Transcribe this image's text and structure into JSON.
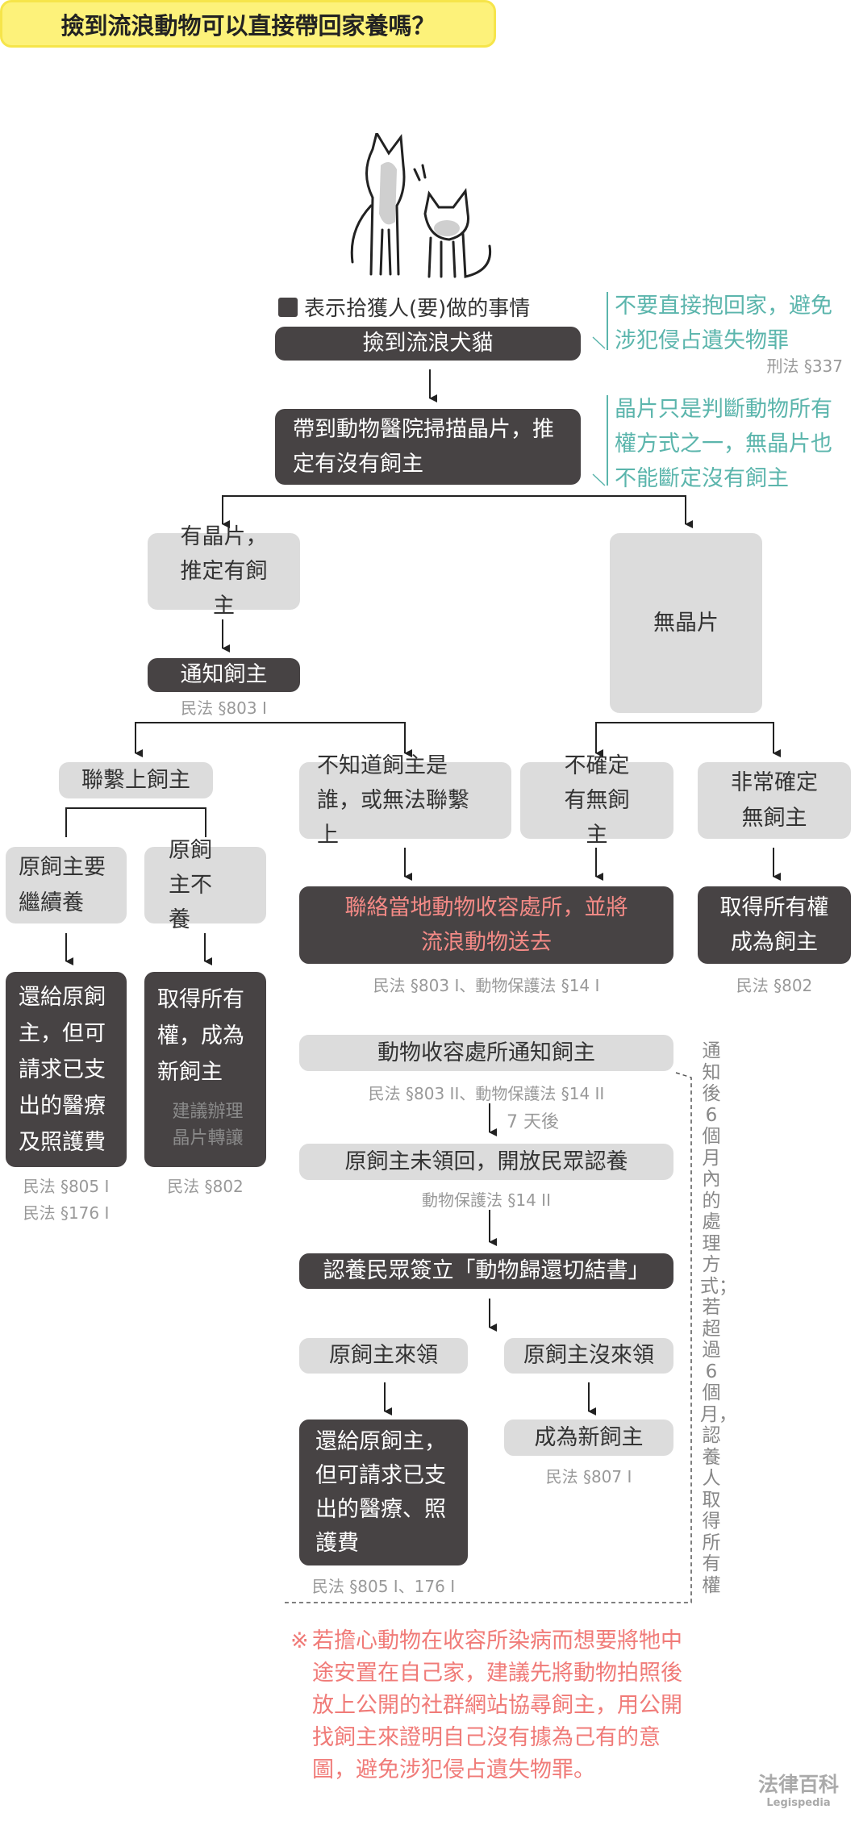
{
  "title": "撿到流浪動物可以直接帶回家養嗎？",
  "legend": "表示拾獲人(要)做的事情",
  "colors": {
    "dark": "#474344",
    "light": "#dcdcdc",
    "teal": "#5bb5ac",
    "pink": "#f07b78",
    "yellow": "#fdf27a"
  },
  "steps": {
    "found": "撿到流浪犬貓",
    "scan": "帶到動物醫院掃描晶片，推定有沒有飼主",
    "has_chip": "有晶片，推定有飼主",
    "no_chip": "無晶片",
    "notify": "通知飼主",
    "notify_law": "民法 §803 I",
    "contacted": "聯繫上飼主",
    "unknown": "不知道飼主是誰，或無法聯繫上",
    "uncertain": "不確定有無飼主",
    "certain_none": "非常確定無飼主",
    "owner_keep": "原飼主要繼續養",
    "owner_not_keep": "原飼主不養",
    "return_owner": "還給原飼主，但可請求已支出的醫療及照護費",
    "return_owner_law1": "民法 §805 I",
    "return_owner_law2": "民法 §176 I",
    "acquire": "取得所有權，成為新飼主",
    "acquire_note": "建議辦理晶片轉讓",
    "acquire_law": "民法 §802",
    "shelter": "聯絡當地動物收容處所，並將流浪動物送去",
    "shelter_law": "民法 §803 I、動物保護法 §14 I",
    "acquire2": "取得所有權成為飼主",
    "acquire2_law": "民法 §802",
    "shelter_notify": "動物收容處所通知飼主",
    "shelter_notify_law": "民法 §803 II、動物保護法 §14 II",
    "seven_days": "7 天後",
    "open_adopt": "原飼主未領回，開放民眾認養",
    "open_adopt_law": "動物保護法 §14 II",
    "sign": "認養民眾簽立「動物歸還切結書」",
    "owner_come": "原飼主來領",
    "owner_not_come": "原飼主沒來領",
    "return_owner2": "還給原飼主，但可請求已支出的醫療、照護費",
    "return_owner2_law": "民法 §805 I、176 I",
    "new_owner": "成為新飼主",
    "new_owner_law": "民法 §807 I"
  },
  "notes": {
    "note1": "不要直接抱回家，避免涉犯侵占遺失物罪",
    "note1_law": "刑法 §337",
    "note2": "晶片只是判斷動物所有權方式之一，無晶片也不能斷定沒有飼主",
    "six_months": "通知後6個月內的處理方式；若超過6個月，認養人取得所有權",
    "warning_mark": "※",
    "warning": "若擔心動物在收容所染病而想要將牠中途安置在自己家，建議先將動物拍照後放上公開的社群網站協尋飼主，用公開找飼主來證明自己沒有據為己有的意圖，避免涉犯侵占遺失物罪。"
  },
  "logo": {
    "name": "法律百科",
    "sub": "Legispedia"
  }
}
